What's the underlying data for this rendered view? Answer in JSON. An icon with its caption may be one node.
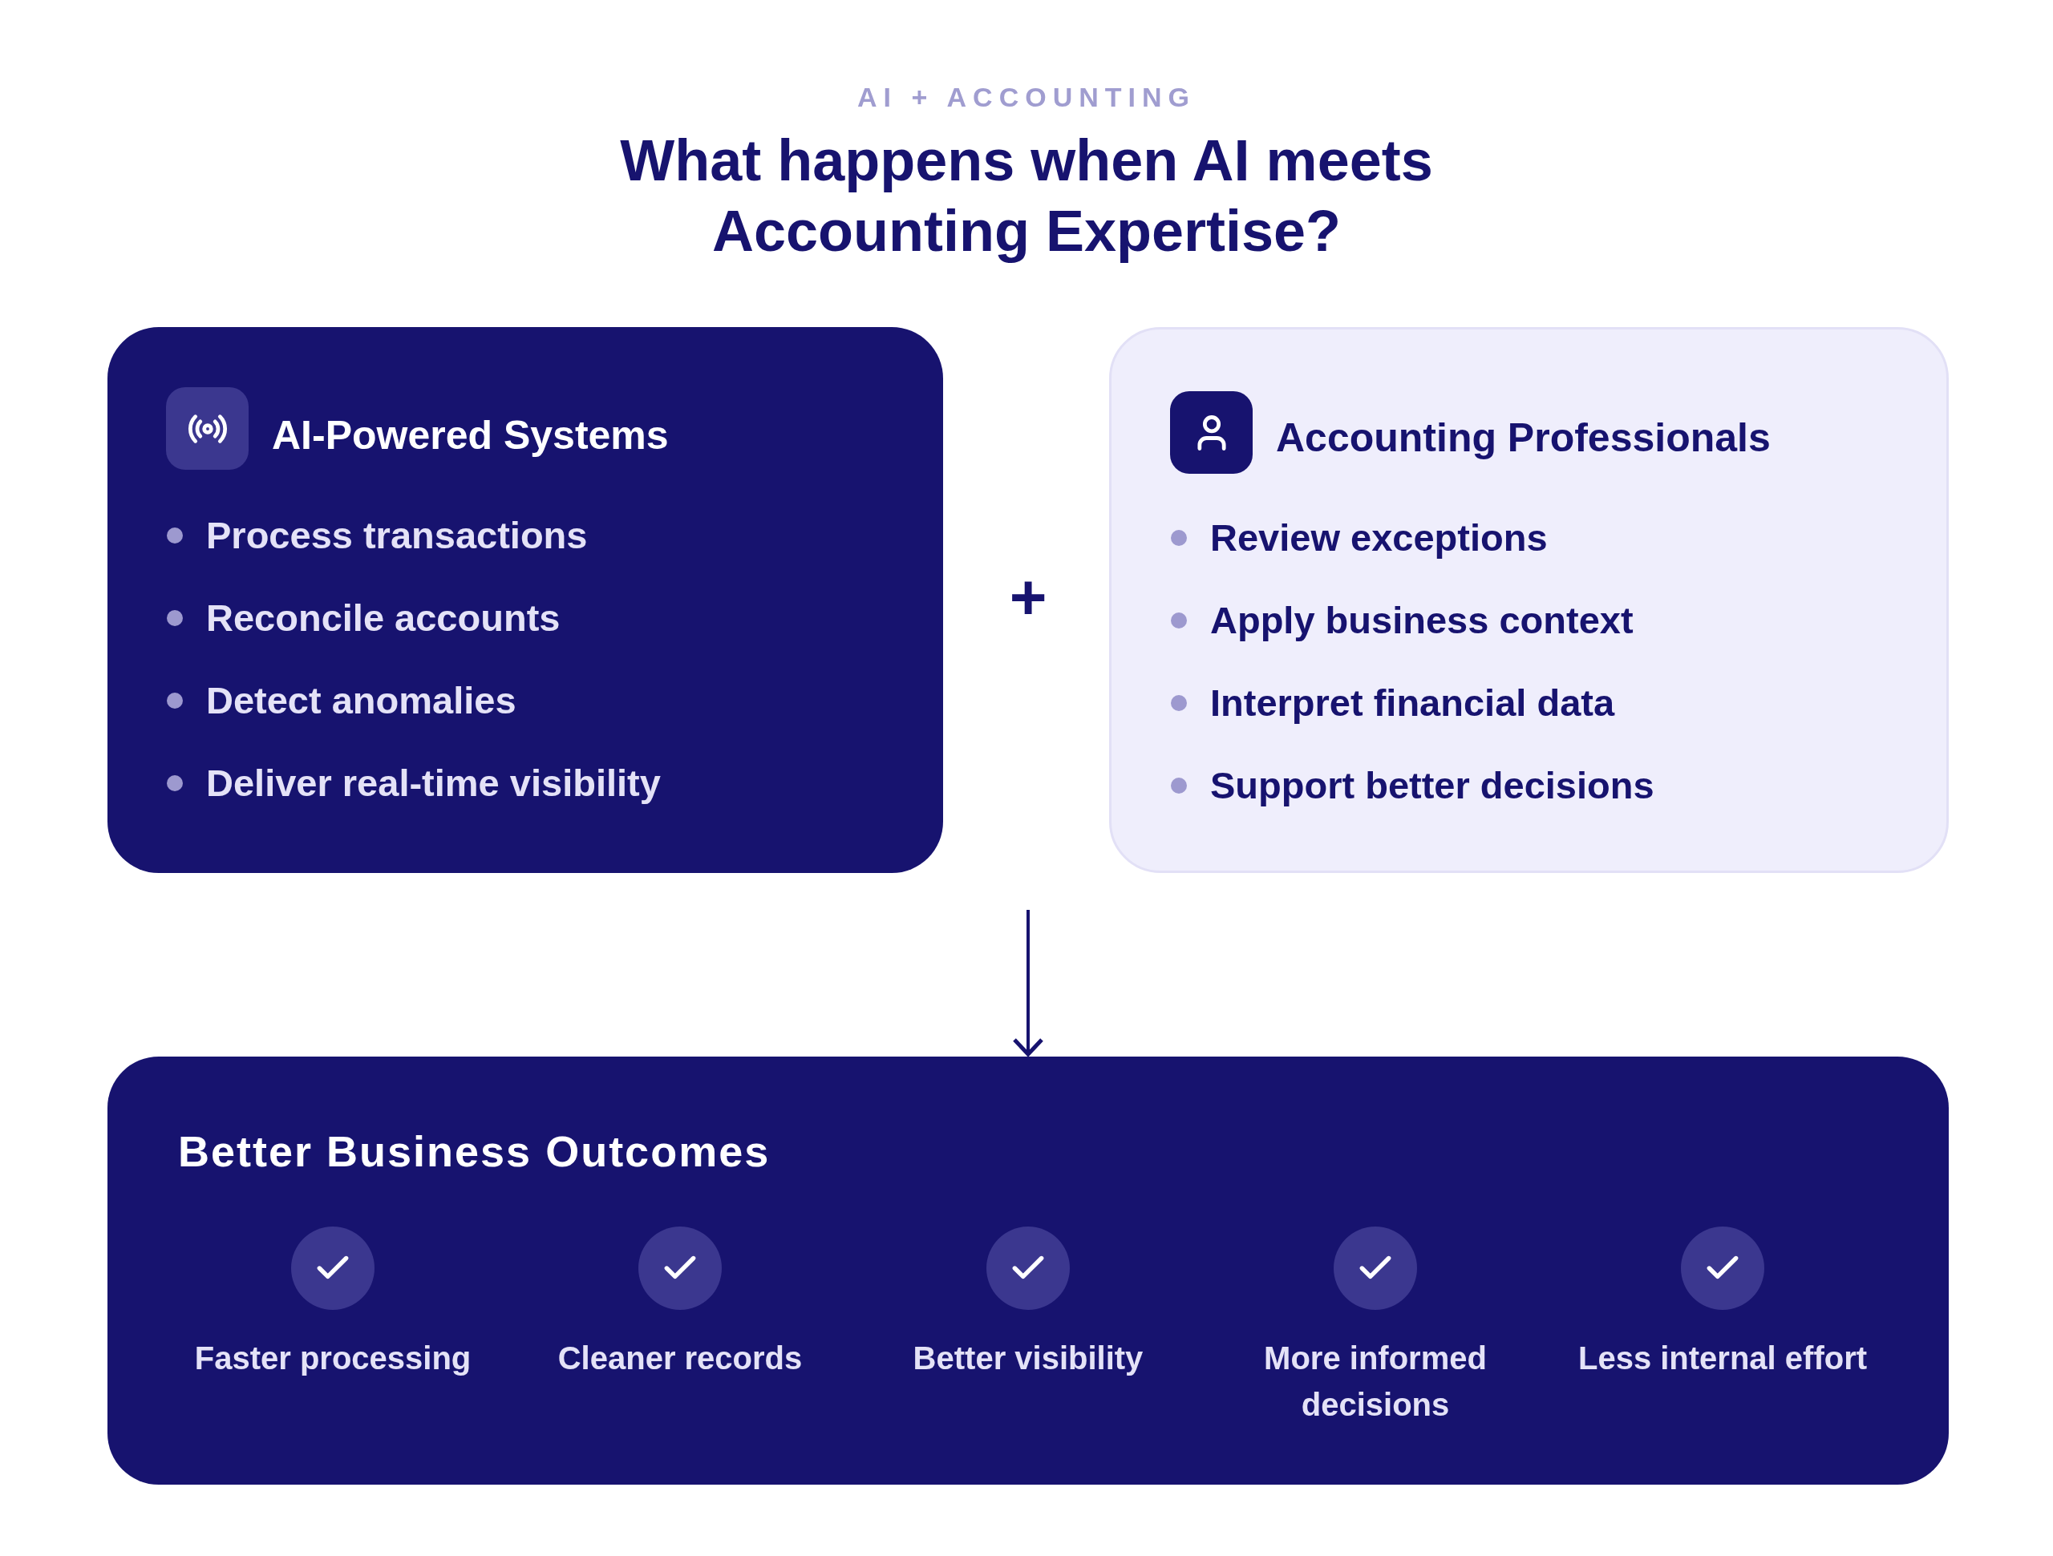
{
  "diagram": {
    "title": "What happens when AI meets Accounting Expertise?",
    "nodes": [
      {
        "text": [
          "AI-Powered Systems",
          "Process transactions",
          "Reconcile accounts",
          "Detect anomalies",
          "Deliver real-time visibility"
        ]
      },
      {
        "text": [
          "Accounting Professionals",
          "Review exceptions",
          "Apply business context",
          "Interpret financial data",
          "Support better decisions"
        ]
      },
      {
        "text": [
          "Better Business Outcomes"
        ]
      }
    ],
    "edges": [
      {
        "from": null,
        "to": 2,
        "arrow": "to"
      }
    ],
    "labels": [
      "AI + ACCOUNTING",
      "+",
      "Faster processing",
      "Cleaner records",
      "Better visibility",
      "More informed decisions",
      "Less internal effort"
    ]
  }
}
